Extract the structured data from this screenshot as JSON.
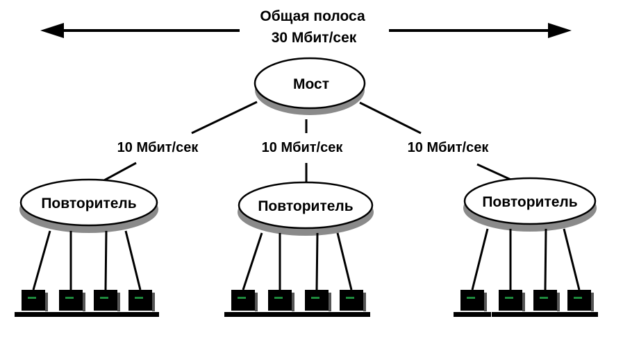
{
  "header": {
    "line1": "Общая полоса",
    "line2": "30 Мбит/сек"
  },
  "bridge": {
    "label": "Мост"
  },
  "links": [
    {
      "label": "10 Мбит/сек"
    },
    {
      "label": "10 Мбит/сек"
    },
    {
      "label": "10 Мбит/сек"
    }
  ],
  "repeaters": [
    {
      "label": "Повторитель",
      "computers": 4
    },
    {
      "label": "Повторитель",
      "computers": 4
    },
    {
      "label": "Повторитель",
      "computers": 4
    }
  ],
  "colors": {
    "line": "#000000",
    "node_fill": "#ffffff",
    "shadow": "#8a8a8a",
    "screen": "#1e8a3c",
    "computer": "#000000"
  }
}
